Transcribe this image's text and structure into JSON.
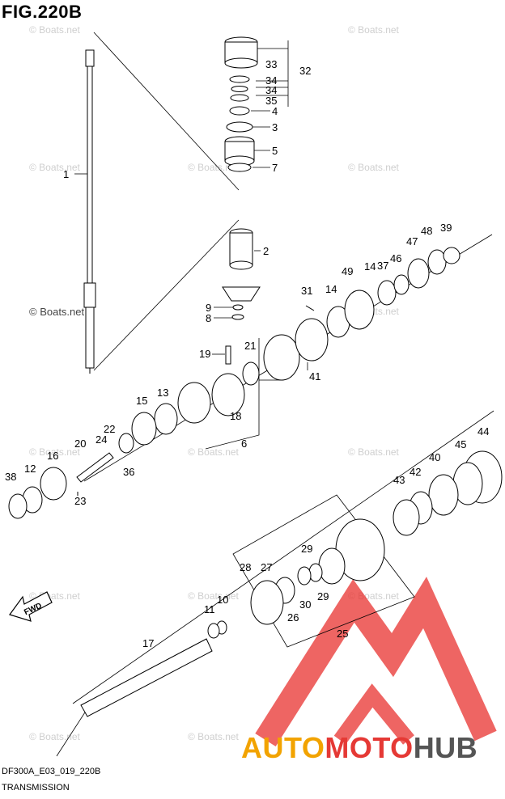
{
  "figure": {
    "title": "FIG.220B",
    "code": "DF300A_E03_019_220B",
    "name": "TRANSMISSION"
  },
  "watermark": {
    "text": "© Boats.net"
  },
  "logo": {
    "part_a": "AUTO",
    "part_b": "MOTO",
    "part_c": "HUB",
    "color_a": "#f2a300",
    "color_b": "#e53935",
    "color_c": "#555555"
  },
  "fwd_label": "FWD",
  "callouts": {
    "p1": "1",
    "p2": "2",
    "p3": "3",
    "p4": "4",
    "p5": "5",
    "p6": "6",
    "p7": "7",
    "p8": "8",
    "p9": "9",
    "p10": "10",
    "p11": "11",
    "p12": "12",
    "p13": "13",
    "p14a": "14",
    "p14b": "14",
    "p15": "15",
    "p16": "16",
    "p17": "17",
    "p18": "18",
    "p19": "19",
    "p20": "20",
    "p21": "21",
    "p22": "22",
    "p23": "23",
    "p24": "24",
    "p25": "25",
    "p26": "26",
    "p27": "27",
    "p28": "28",
    "p29a": "29",
    "p29b": "29",
    "p30": "30",
    "p31": "31",
    "p32": "32",
    "p33": "33",
    "p34a": "34",
    "p34b": "34",
    "p35": "35",
    "p36": "36",
    "p37": "37",
    "p38": "38",
    "p39": "39",
    "p40": "40",
    "p41": "41",
    "p42": "42",
    "p43": "43",
    "p44": "44",
    "p45": "45",
    "p46": "46",
    "p47": "47",
    "p48": "48",
    "p49": "49"
  }
}
